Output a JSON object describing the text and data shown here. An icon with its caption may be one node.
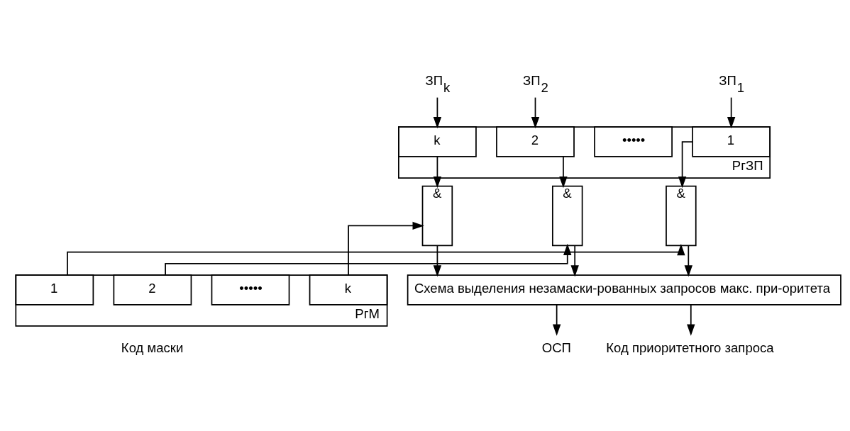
{
  "diagram": {
    "nodes": [
      {
        "text": [
          "ЗП$_{1}$"
        ]
      },
      {
        "text": [
          "ЗП$_{2}$"
        ]
      },
      {
        "text": [
          "ЗП$_{k}$"
        ]
      },
      {
        "text": [
          "РгЗП"
        ]
      },
      {
        "text": [
          "1"
        ],
        "in": 3
      },
      {
        "text": [
          "2"
        ],
        "in": 3
      },
      {
        "text": [
          "•••••"
        ],
        "in": 3
      },
      {
        "text": [
          "k"
        ],
        "in": 3
      },
      {
        "text": [
          "&"
        ]
      },
      {
        "text": [
          "&"
        ]
      },
      {
        "text": [
          "&"
        ]
      },
      {
        "text": [
          "Схема выделения незамаски-рованных запросов макс. при-оритета"
        ]
      },
      {
        "text": [
          "РгМ"
        ]
      },
      {
        "text": [
          "1"
        ],
        "in": 12
      },
      {
        "text": [
          "2"
        ],
        "in": 12
      },
      {
        "text": [
          "•••••"
        ],
        "in": 12
      },
      {
        "text": [
          "k"
        ],
        "in": 12
      },
      {
        "text": [
          "ОСП"
        ]
      },
      {
        "text": [
          "Код приоритетного запроса"
        ]
      }
    ],
    "edges": [
      {
        "from": 0,
        "to": 4,
        "arrow": "to"
      },
      {
        "from": 1,
        "to": 5,
        "arrow": "to"
      },
      {
        "from": 2,
        "to": 7,
        "arrow": "to"
      },
      {
        "from": 4,
        "to": 8,
        "arrow": "to"
      },
      {
        "from": 13,
        "to": 8,
        "arrow": "to"
      },
      {
        "from": 5,
        "to": 9,
        "arrow": "to"
      },
      {
        "from": 14,
        "to": 9,
        "arrow": "to"
      },
      {
        "from": 7,
        "to": 10,
        "arrow": "to"
      },
      {
        "from": 16,
        "to": 10,
        "arrow": "to"
      },
      {
        "from": 8,
        "to": 11,
        "arrow": "to"
      },
      {
        "from": 9,
        "to": 11,
        "arrow": "to"
      },
      {
        "from": 10,
        "to": 11,
        "arrow": "to"
      },
      {
        "from": 11,
        "to": 17,
        "arrow": "to"
      },
      {
        "from": 11,
        "to": 18,
        "arrow": "to"
      }
    ],
    "labels": [
      "Код маски"
    ]
  }
}
